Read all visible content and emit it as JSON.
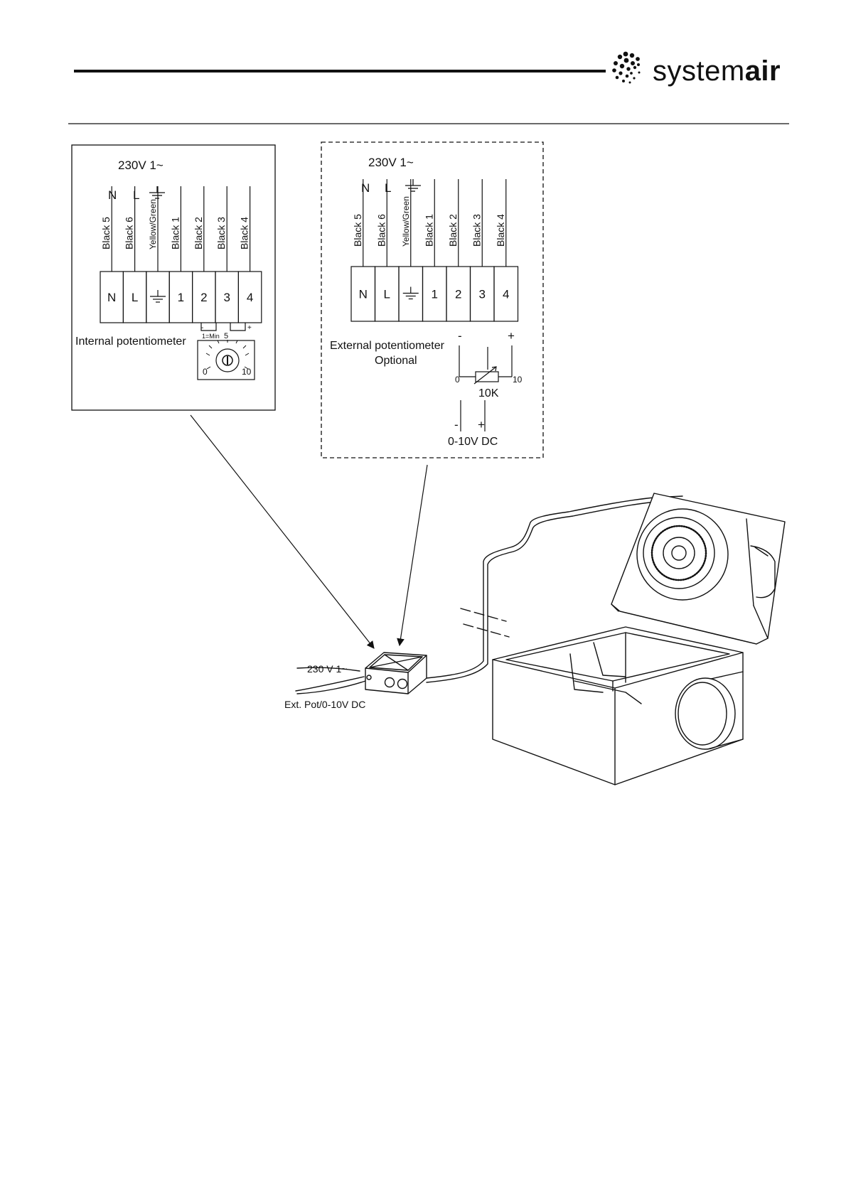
{
  "header": {
    "brand_light": "system",
    "brand_bold": "air"
  },
  "internal_panel": {
    "supply": "230V 1~",
    "top_letters": [
      "N",
      "L"
    ],
    "wires": [
      "Black 5",
      "Black 6",
      "Yellow/Green",
      "Black 1",
      "Black 2",
      "Black 3",
      "Black 4"
    ],
    "terminals": [
      "N",
      "L",
      "",
      "1",
      "2",
      "3",
      "4"
    ],
    "caption": "Internal  potentiometer",
    "dial": {
      "minus": "-",
      "plus": "+",
      "min_label": "1=Min",
      "mid": "5",
      "zero": "0",
      "ten": "10"
    }
  },
  "external_panel": {
    "supply": "230V 1~",
    "top_letters": [
      "N",
      "L"
    ],
    "wires": [
      "Black 5",
      "Black 6",
      "Yellow/Green",
      "Black 1",
      "Black 2",
      "Black 3",
      "Black 4"
    ],
    "terminals": [
      "N",
      "L",
      "",
      "1",
      "2",
      "3",
      "4"
    ],
    "caption_line1": "External potentiometer",
    "caption_line2": "Optional",
    "minus": "-",
    "plus": "+",
    "pot_zero": "0",
    "pot_ten": "10",
    "pot_value": "10K",
    "dc_minus": "-",
    "dc_plus": "+",
    "dc_label": "0-10V DC"
  },
  "illustration": {
    "supply_label": "230 V 1~",
    "ext_label": "Ext. Pot/0-10V DC"
  }
}
